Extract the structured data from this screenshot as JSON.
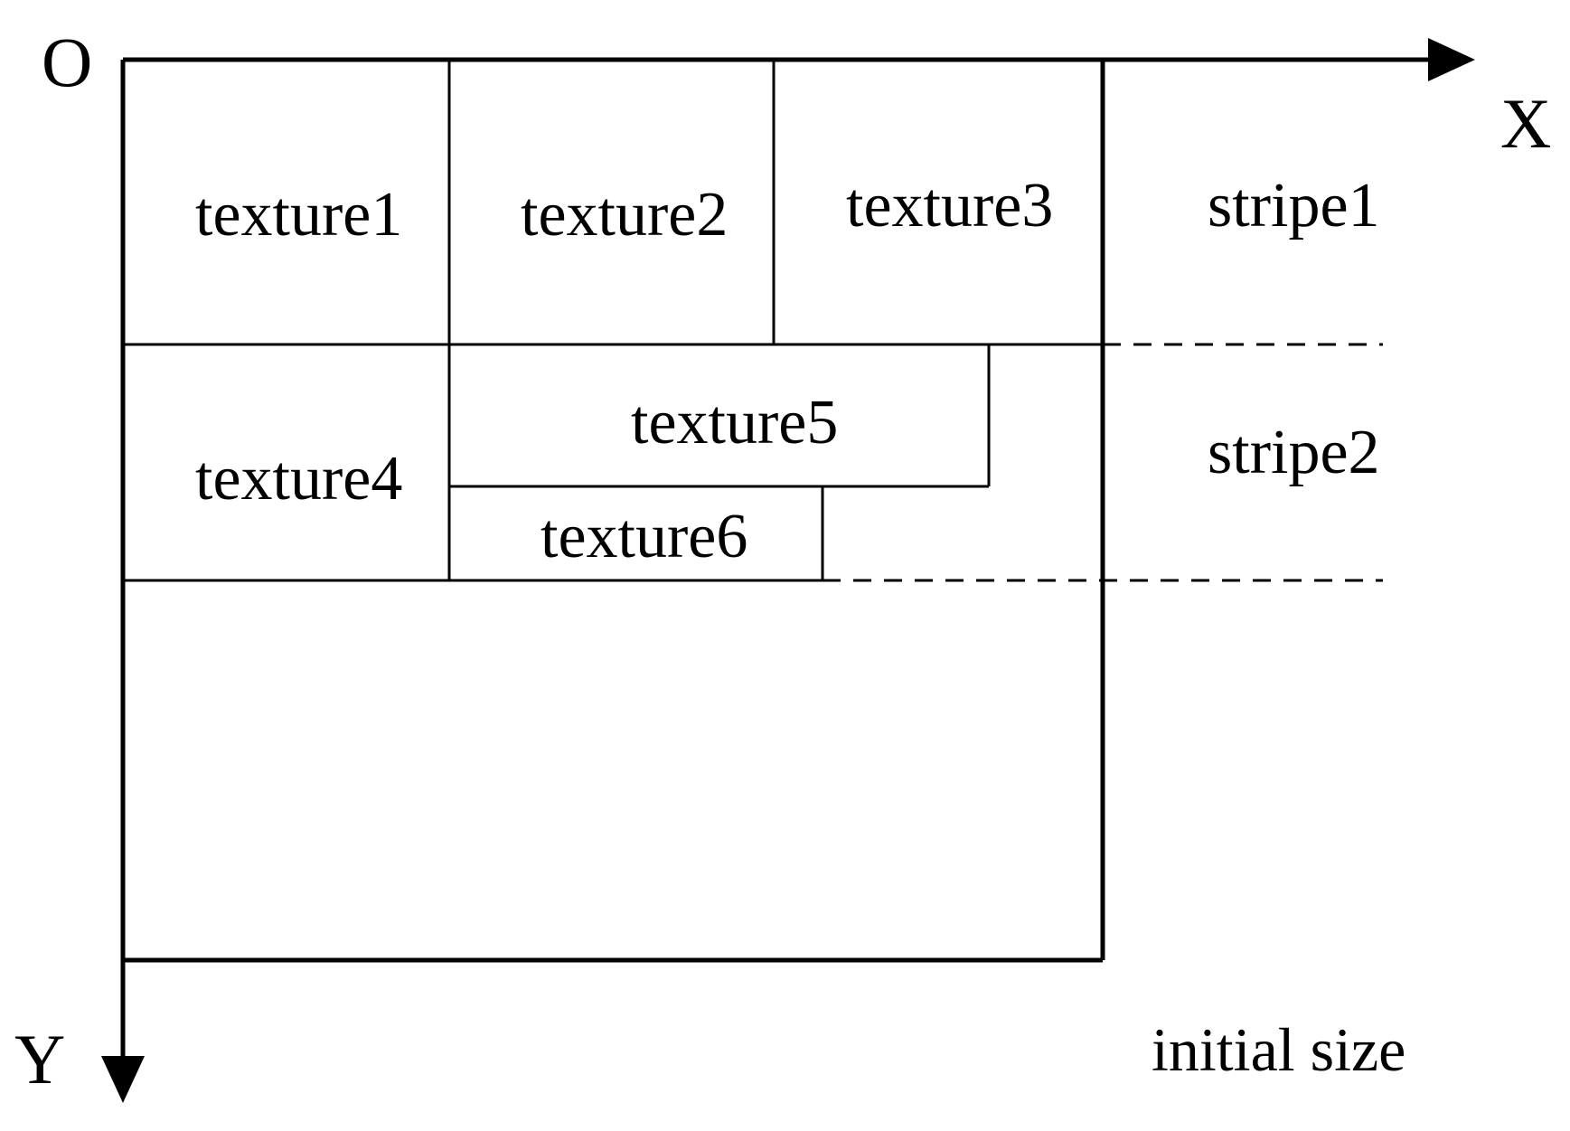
{
  "axes": {
    "origin_label": "O",
    "x_label": "X",
    "y_label": "Y"
  },
  "textures": [
    {
      "id": "texture1",
      "label": "texture1"
    },
    {
      "id": "texture2",
      "label": "texture2"
    },
    {
      "id": "texture3",
      "label": "texture3"
    },
    {
      "id": "texture4",
      "label": "texture4"
    },
    {
      "id": "texture5",
      "label": "texture5"
    },
    {
      "id": "texture6",
      "label": "texture6"
    }
  ],
  "stripes": [
    {
      "id": "stripe1",
      "label": "stripe1"
    },
    {
      "id": "stripe2",
      "label": "stripe2"
    }
  ],
  "caption": "initial size"
}
